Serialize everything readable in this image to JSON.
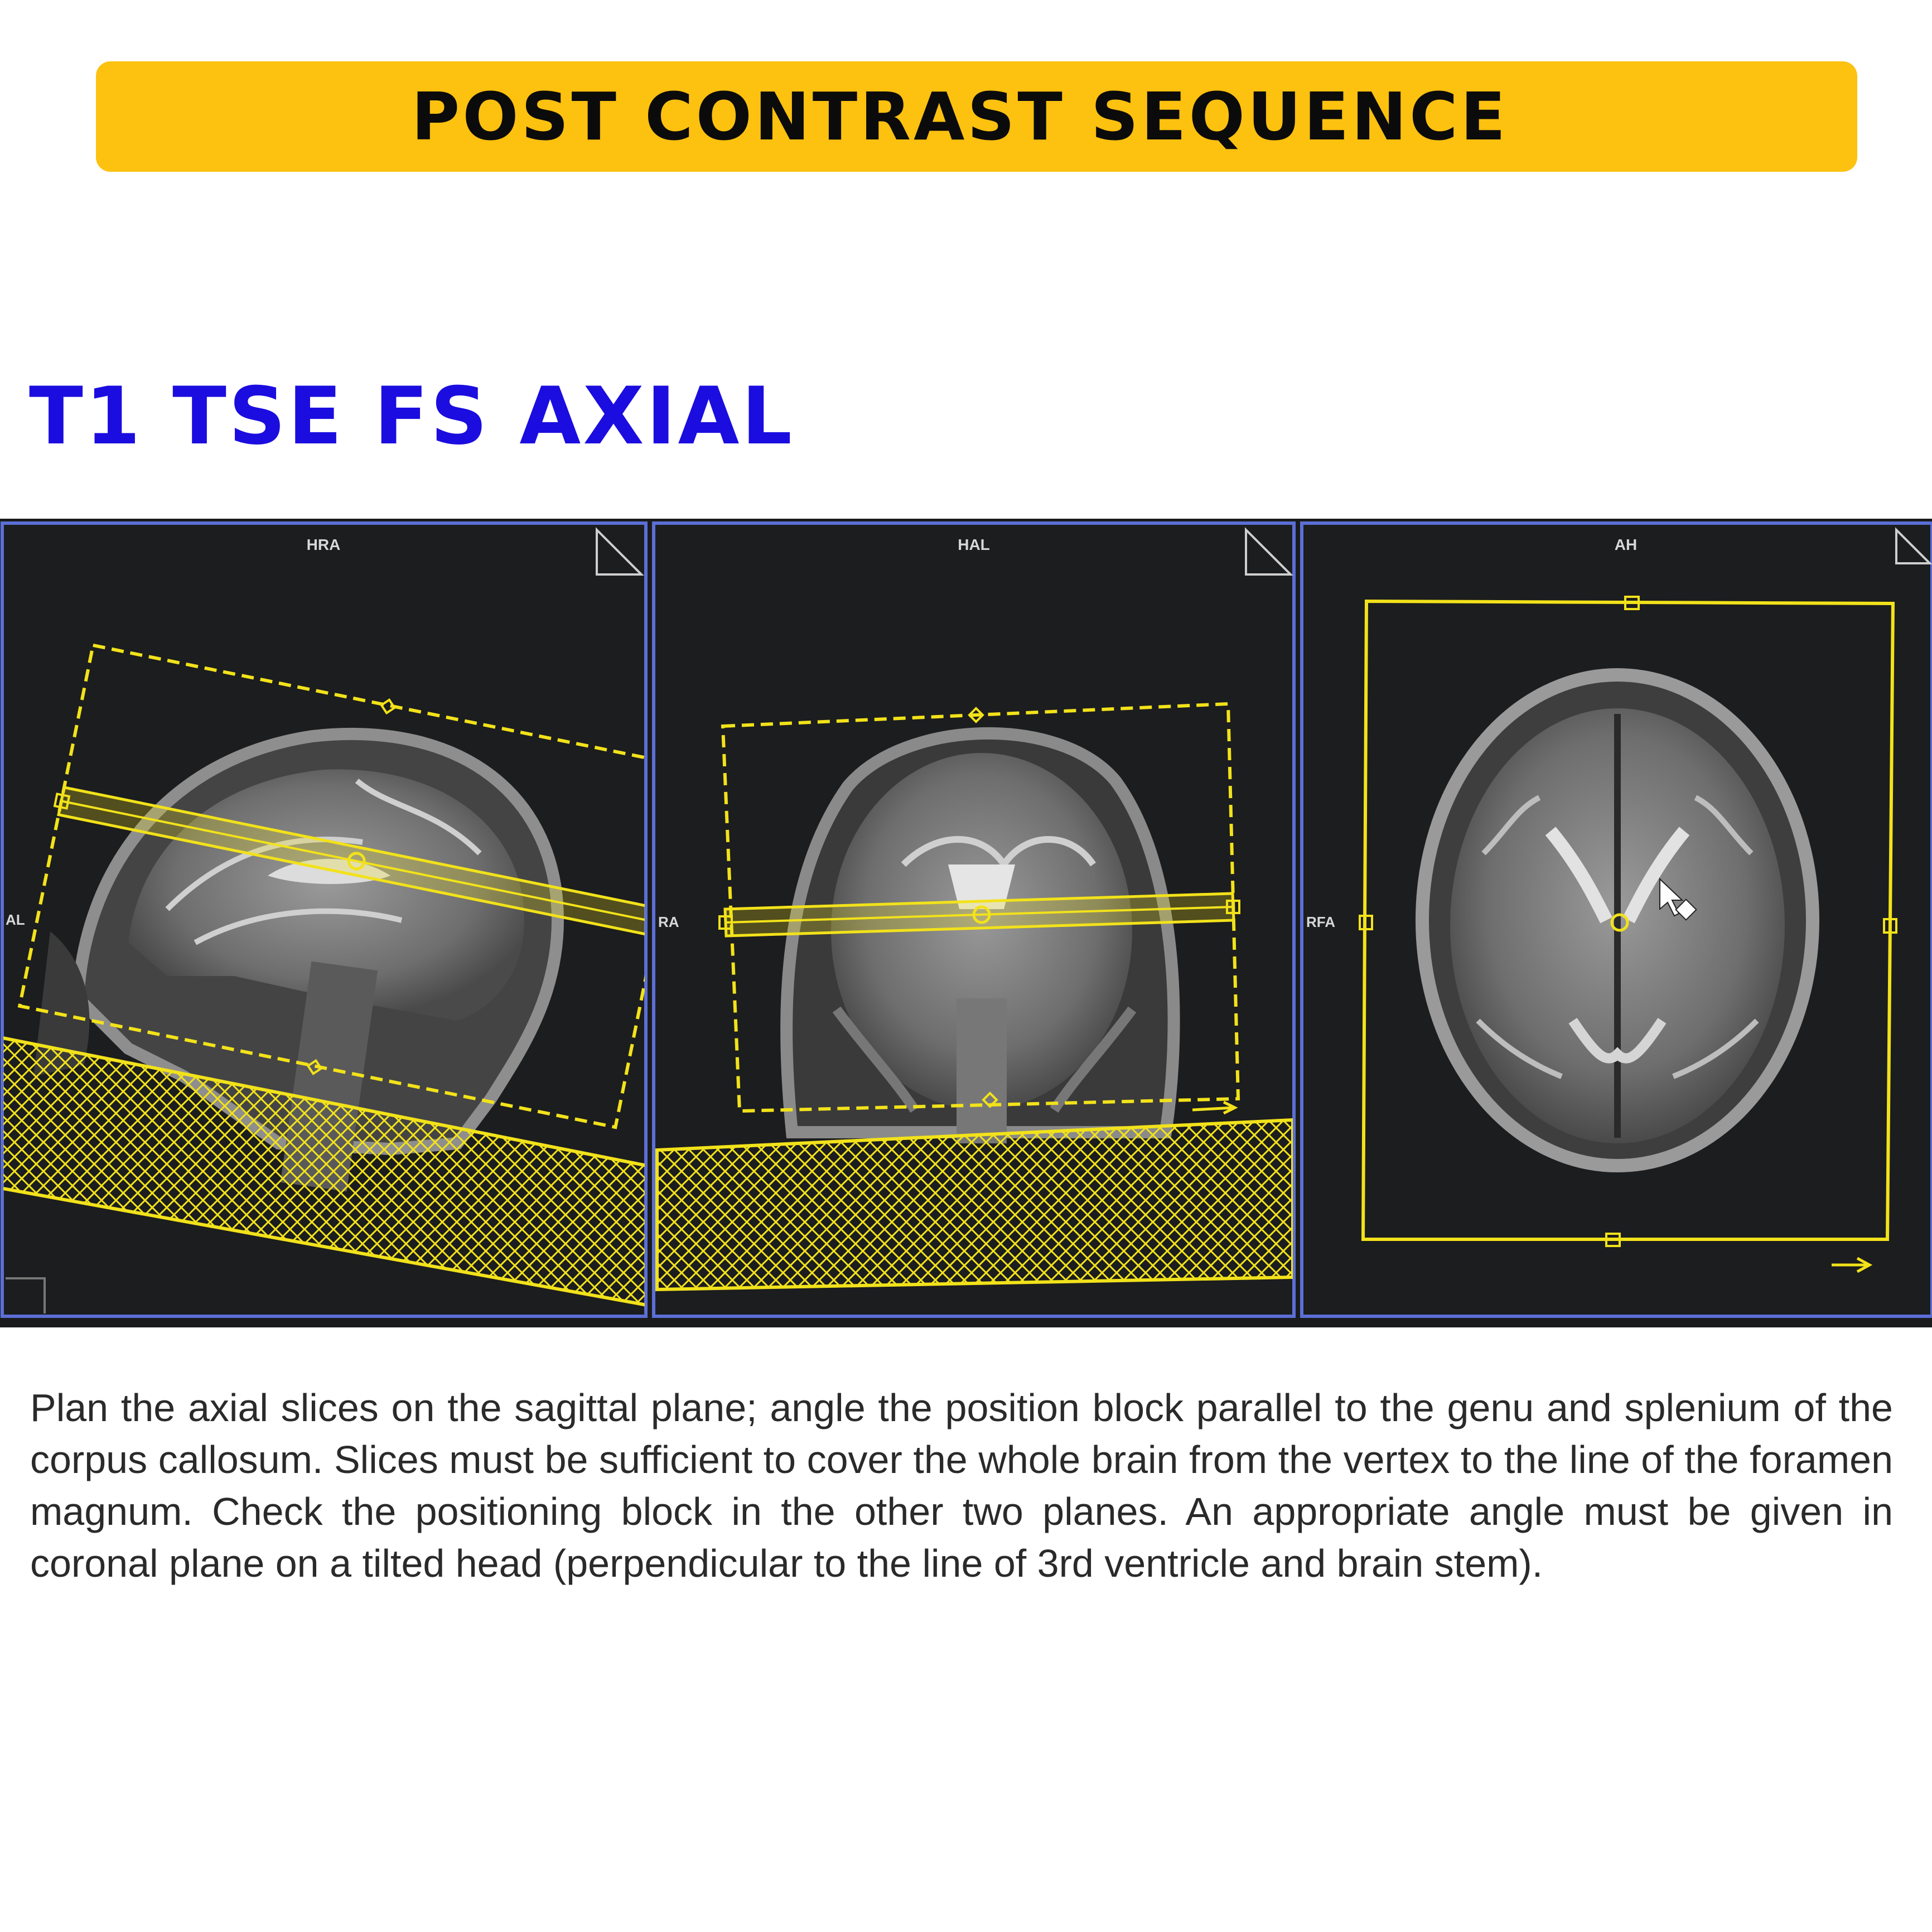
{
  "banner": {
    "title": "POST CONTRAST SEQUENCE",
    "color": "#FDC10F"
  },
  "sequence": {
    "title": "T1 TSE FS AXIAL",
    "color": "#1B0DDF"
  },
  "viewports": [
    {
      "name": "sagittal",
      "top_label": "HRA",
      "side_label": "AL"
    },
    {
      "name": "coronal",
      "top_label": "HAL",
      "side_label": "RA"
    },
    {
      "name": "axial",
      "top_label": "AH",
      "side_label": "RFA"
    }
  ],
  "overlay_color": "#F2E21A",
  "description": "Plan the axial slices on the sagittal plane; angle the position block parallel to the genu and splenium of the corpus callosum. Slices must be sufficient to cover the whole brain from the vertex to the line of the foramen magnum. Check the positioning block in the other two planes. An appropriate angle must be given in coronal plane on a tilted head (perpendicular to the line of 3rd ventricle and brain stem)."
}
